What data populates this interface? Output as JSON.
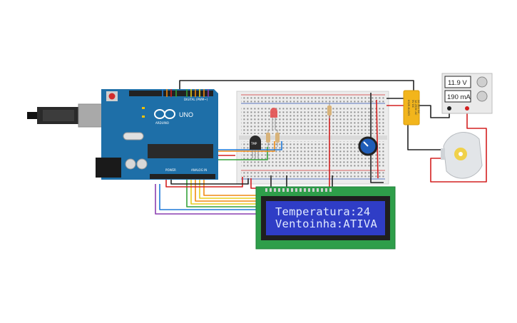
{
  "arduino": {
    "logo_text": "UNO",
    "digital_label": "DIGITAL (PWM~)",
    "analog_label": "ANALOG IN",
    "power_label": "POWER",
    "brand": "ARDUINO"
  },
  "lcd": {
    "line1": "Temperatura:24",
    "line2": "Ventoinha:ATIVA"
  },
  "sensor": {
    "label": "TMP"
  },
  "relay": {
    "text_lines": [
      "KS2E-M-DC5",
      "5V DC",
      "1A 250V AC",
      "2A 30V DC"
    ]
  },
  "power_supply": {
    "voltage": "11.9 V",
    "current": "190 mA"
  },
  "colors": {
    "arduino_board": "#1e6fa8",
    "breadboard": "#e9e9e9",
    "lcd_pcb": "#2e9e4a",
    "lcd_screen": "#2f3dc6",
    "relay": "#f2b51c",
    "motor": "#dfe3e6",
    "wire_red": "#d42020",
    "wire_black": "#222222",
    "wire_green": "#35a23a",
    "wire_orange": "#f08a12",
    "wire_yellow": "#e8cd1a",
    "wire_purple": "#8a3fb0",
    "wire_blue": "#1f7ad8"
  }
}
